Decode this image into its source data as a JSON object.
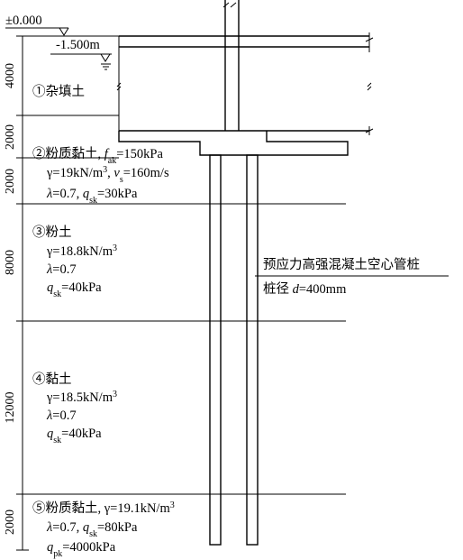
{
  "elevations": {
    "ground": "±0.000",
    "water_table": "-1.500m"
  },
  "dimensions": [
    "4000",
    "2000",
    "2000",
    "8000",
    "12000",
    "2000"
  ],
  "layers": [
    {
      "name": "①杂填土",
      "lines": []
    },
    {
      "name": "②粉质黏土,",
      "lines": [
        {
          "parts": [
            [
              "f",
              "ak",
              "=150kPa"
            ]
          ]
        },
        {
          "parts": [
            [
              "γ=19kN/m",
              "3",
              ","
            ],
            [
              "v",
              "s",
              "=160m/s"
            ]
          ]
        },
        {
          "parts": [
            [
              "λ=0.7,"
            ],
            [
              "q",
              "sk",
              "=30kPa"
            ]
          ]
        }
      ]
    },
    {
      "name": "③粉土",
      "lines": [
        {
          "parts": [
            [
              "γ=18.8kN/m",
              "3",
              ""
            ]
          ]
        },
        {
          "parts": [
            [
              "λ=0.7"
            ]
          ]
        },
        {
          "parts": [
            [
              "q",
              "sk",
              "=40kPa"
            ]
          ]
        }
      ]
    },
    {
      "name": "④黏土",
      "lines": [
        {
          "parts": [
            [
              "γ=18.5kN/m",
              "3",
              ""
            ]
          ]
        },
        {
          "parts": [
            [
              "λ=0.7"
            ]
          ]
        },
        {
          "parts": [
            [
              "q",
              "sk",
              "=40kPa"
            ]
          ]
        }
      ]
    },
    {
      "name": "⑤粉质黏土,",
      "name_suffix": [
        "γ=19.1kN/m",
        "3",
        ""
      ],
      "lines": [
        {
          "parts": [
            [
              "λ=0.7,"
            ],
            [
              "q",
              "sk",
              "=80kPa"
            ]
          ]
        },
        {
          "parts": [
            [
              "q",
              "pk",
              "=4000kPa"
            ]
          ]
        }
      ]
    }
  ],
  "pile_label": {
    "line1": "预应力高强混凝土空心管桩",
    "line2_prefix": "桩径 ",
    "line2_var": "d",
    "line2_value": "=400mm"
  }
}
